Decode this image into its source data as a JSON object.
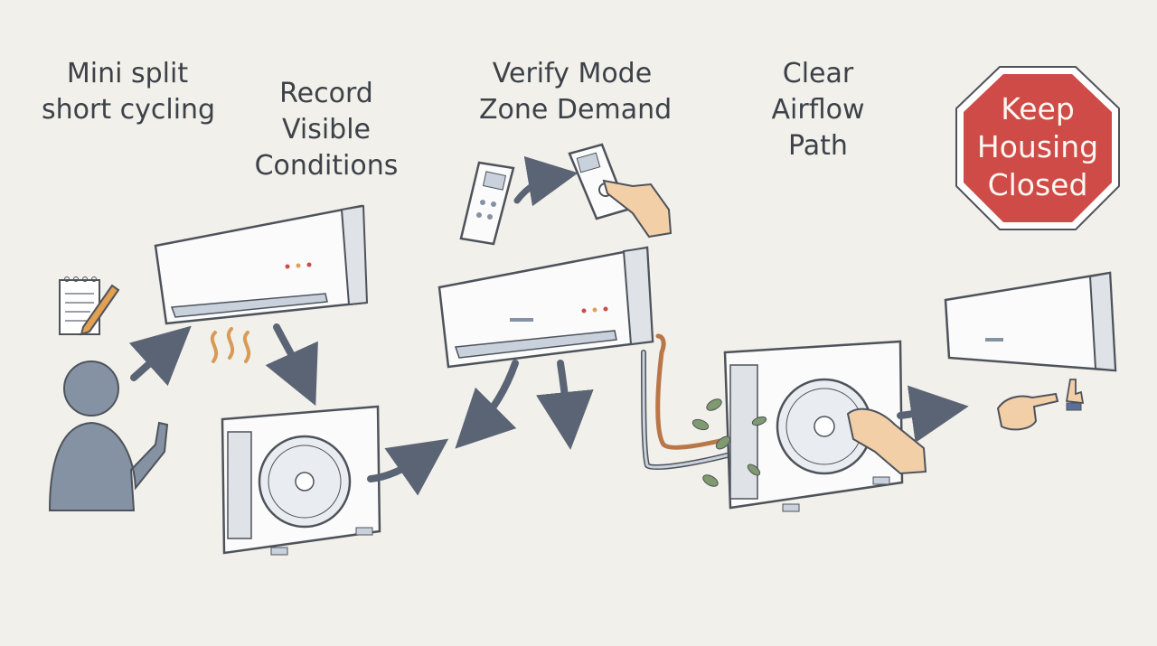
{
  "steps": [
    {
      "id": "mini-split-short-cycling",
      "lines": [
        "Mini split",
        "short cycling"
      ]
    },
    {
      "id": "record-visible-conditions",
      "lines": [
        "Record",
        "Visible",
        "Conditions"
      ]
    },
    {
      "id": "verify-mode-zone-demand",
      "lines": [
        "Verify Mode",
        "Zone Demand"
      ]
    },
    {
      "id": "clear-airflow-path",
      "lines": [
        "Clear",
        "Airflow",
        "Path"
      ]
    }
  ],
  "stop_sign": {
    "lines": [
      "Keep",
      "Housing",
      "Closed"
    ]
  },
  "colors": {
    "background": "#f1f0eb",
    "outline": "#4e535b",
    "unit_body": "#fbfbfb",
    "accent_arrow": "#5a6474",
    "person": "#8592a3",
    "heat": "#d99a55",
    "stop_sign": "#cf4b47",
    "leaf": "#7f9a6e",
    "line_set": "#b97749"
  }
}
